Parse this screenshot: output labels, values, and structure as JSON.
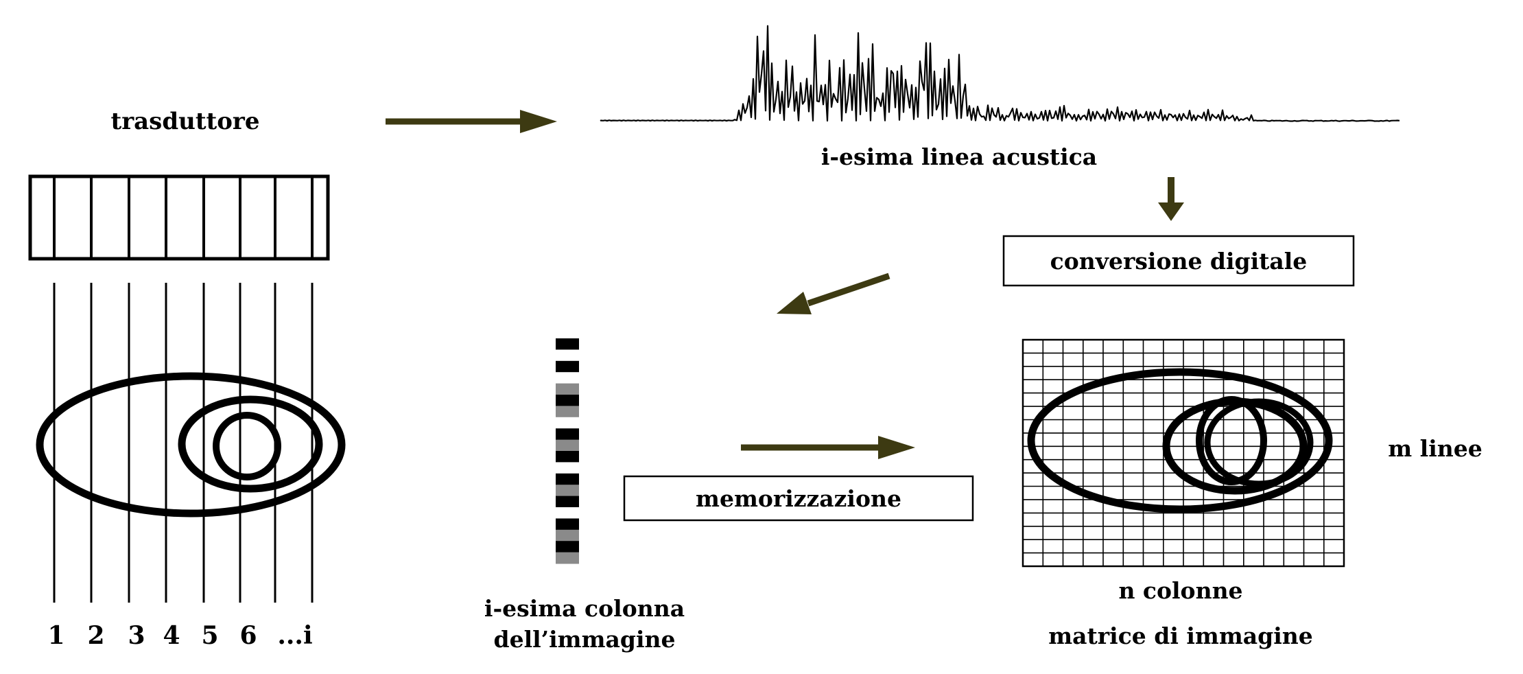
{
  "labels": {
    "transducer": "trasduttore",
    "acoustic_line": "i-esima linea acustica",
    "digital_conversion": "conversione digitale",
    "storage": "memorizzazione",
    "image_column_line1": "i-esima colonna",
    "image_column_line2": "dell’immagine",
    "m_lines": "m linee",
    "n_columns": "n colonne",
    "image_matrix": "matrice di immagine"
  },
  "scan_line_numbers": [
    "1",
    "2",
    "3",
    "4",
    "5",
    "6",
    "...i"
  ],
  "matrix": {
    "columns": 16,
    "rows": 17
  },
  "image_column_stripes": [
    "black",
    "white",
    "black",
    "white",
    "gray",
    "black",
    "gray",
    "white",
    "black",
    "gray",
    "black",
    "white",
    "black",
    "gray",
    "black",
    "white",
    "black",
    "gray",
    "black",
    "gray"
  ],
  "colors": {
    "arrow": "#3d3a12",
    "ink": "#000000",
    "stripe_gray": "#8a8a8a"
  },
  "icons": {
    "arrow_right_top": "arrow-right-icon",
    "arrow_down": "arrow-down-icon",
    "arrow_down_left": "arrow-down-left-icon",
    "arrow_right_mid": "arrow-right-icon"
  }
}
